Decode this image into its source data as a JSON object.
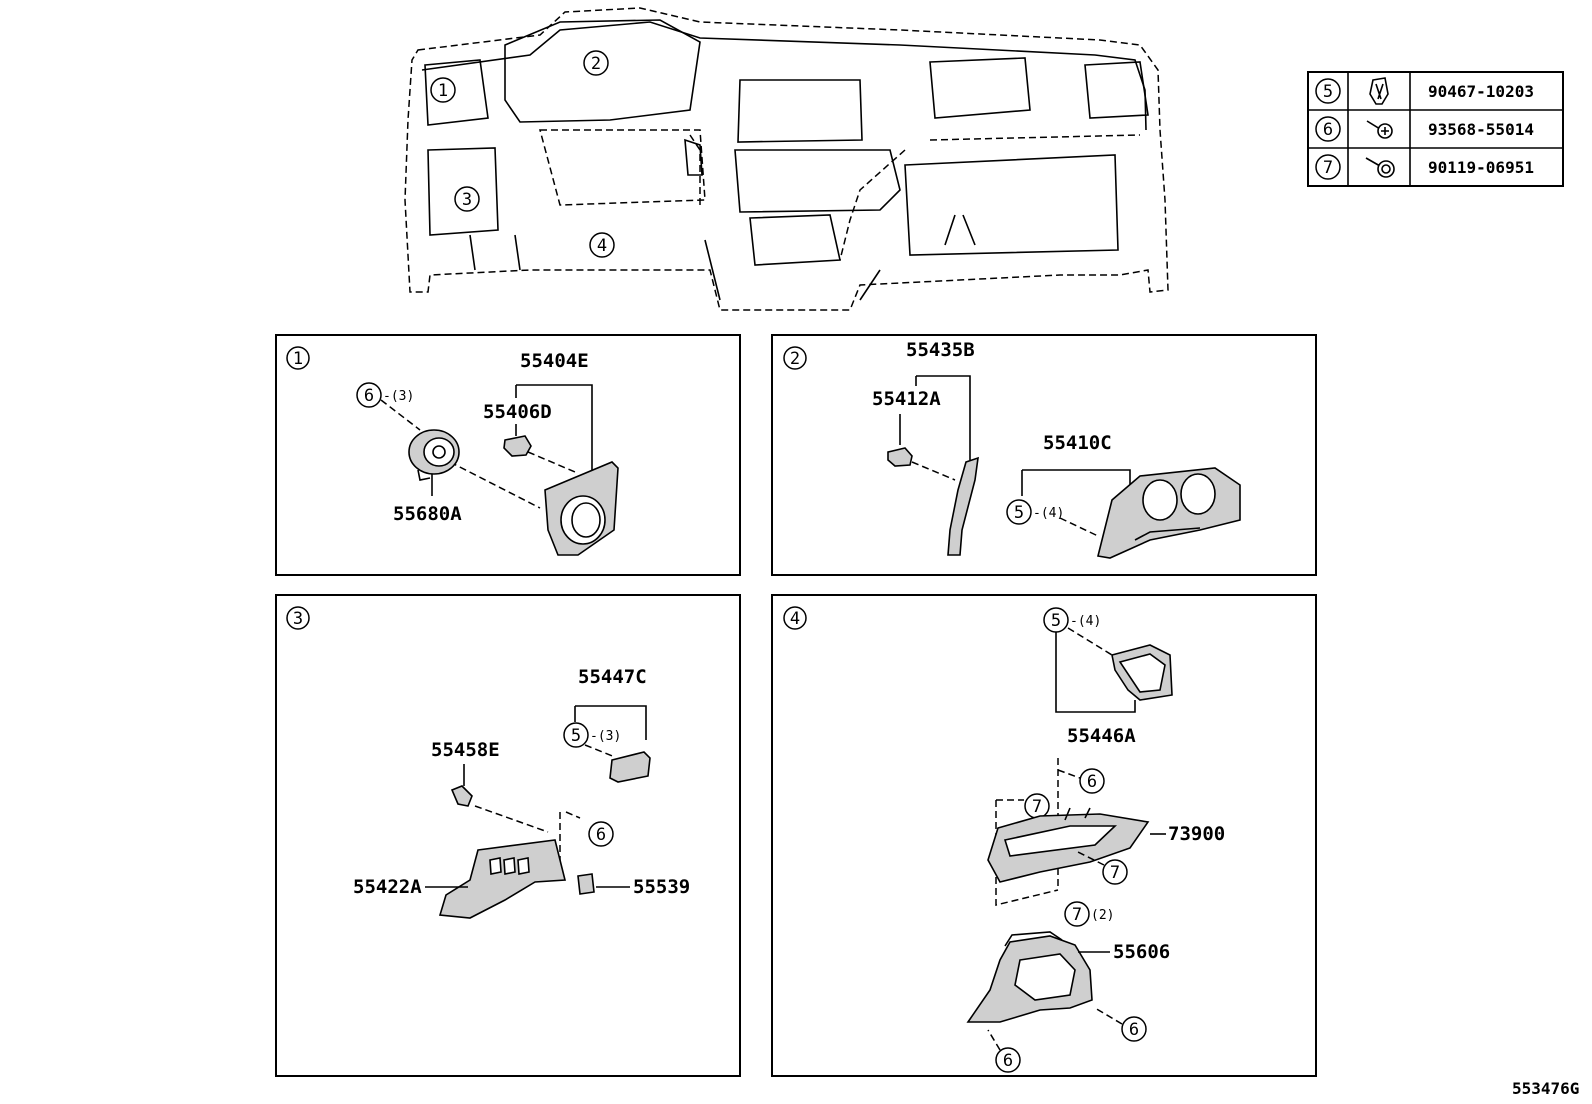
{
  "overview": {
    "zones": [
      {
        "number": "1"
      },
      {
        "number": "2"
      },
      {
        "number": "3"
      },
      {
        "number": "4"
      }
    ]
  },
  "fastener_table": {
    "rows": [
      {
        "key": "5",
        "icon": "clip-icon",
        "part_number": "90467-10203"
      },
      {
        "key": "6",
        "icon": "screw-icon",
        "part_number": "93568-55014"
      },
      {
        "key": "7",
        "icon": "bolt-icon",
        "part_number": "90119-06951"
      }
    ]
  },
  "panels": [
    {
      "number": "1",
      "labels": {
        "p55404E": "55404E",
        "p55406D": "55406D",
        "p55680A": "55680A"
      },
      "callouts": [
        {
          "key": "6",
          "qty": "-(3)"
        }
      ]
    },
    {
      "number": "2",
      "labels": {
        "p55435B": "55435B",
        "p55412A": "55412A",
        "p55410C": "55410C"
      },
      "callouts": [
        {
          "key": "5",
          "qty": "-(4)"
        }
      ]
    },
    {
      "number": "3",
      "labels": {
        "p55447C": "55447C",
        "p55458E": "55458E",
        "p55422A": "55422A",
        "p55539": "55539"
      },
      "callouts": [
        {
          "key": "5",
          "qty": "-(3)"
        },
        {
          "key": "6",
          "qty": ""
        }
      ]
    },
    {
      "number": "4",
      "labels": {
        "p55446A": "55446A",
        "p73900": "73900",
        "p55606": "55606"
      },
      "callouts": [
        {
          "key": "5",
          "qty": "-(4)"
        },
        {
          "key": "6",
          "qty": ""
        },
        {
          "key": "7",
          "qty": ""
        },
        {
          "key": "7",
          "qty": ""
        },
        {
          "key": "7",
          "qty": "(2)"
        },
        {
          "key": "6",
          "qty": ""
        },
        {
          "key": "6",
          "qty": ""
        }
      ]
    }
  ],
  "diagram_id": "553476G"
}
